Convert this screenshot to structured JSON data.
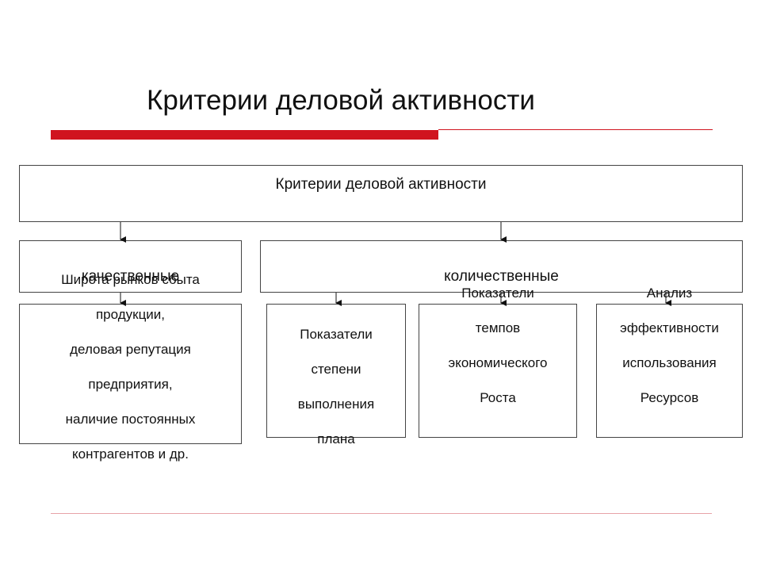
{
  "slide": {
    "title": "Критерии деловой активности"
  },
  "diagram": {
    "root": "Критерии деловой активности",
    "qualitative": {
      "label": "качественные",
      "description_lines": [
        "Широта рынков сбыта",
        "продукции,",
        "деловая репутация",
        "предприятия,",
        "наличие постоянных",
        "контрагентов и др."
      ]
    },
    "quantitative": {
      "label": "количественные",
      "children": [
        {
          "lines": [
            "Показатели",
            "степени",
            "выполнения",
            "плана"
          ]
        },
        {
          "lines": [
            "Показатели",
            "темпов",
            "экономического",
            "Роста"
          ]
        },
        {
          "lines": [
            "Анализ",
            "эффективности",
            "использования",
            "Ресурсов"
          ]
        }
      ]
    }
  },
  "colors": {
    "accent_red": "#d0141f",
    "border": "#444444",
    "text": "#111111"
  }
}
